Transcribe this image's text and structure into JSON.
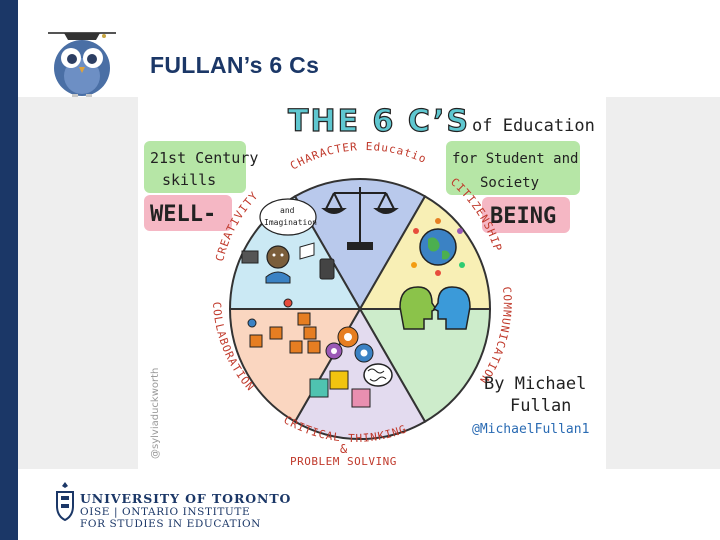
{
  "slide": {
    "title": "FULLAN’s 6 Cs"
  },
  "poster": {
    "heading_main": "THE 6 C’S",
    "heading_tail": "of Education",
    "left_note_1": "21st Century",
    "left_note_2": "skills",
    "well_label": "WELL-",
    "right_note_1": "for Student and",
    "right_note_2": "Society",
    "being_label": "BEING",
    "imagination_bubble_1": "and",
    "imagination_bubble_2": "Imagination",
    "author_line_1": "By Michael",
    "author_line_2": "Fullan",
    "author_handle": "@MichaelFullan1",
    "artist_credit": "@sylviaduckworth",
    "problem_solving": "PROBLEM SOLVING",
    "amp": "&",
    "segments": [
      {
        "label": "CHARACTER Education",
        "color": "#b9c9ec"
      },
      {
        "label": "CITIZENSHIP",
        "color": "#f8efb5"
      },
      {
        "label": "COMMUNICATION",
        "color": "#cdeccb"
      },
      {
        "label": "CRITICAL THINKING",
        "color": "#e3dbef"
      },
      {
        "label": "COLLABORATION",
        "color": "#fad6c0"
      },
      {
        "label": "CREATIVITY",
        "color": "#cbe9f4"
      }
    ],
    "colors": {
      "title_teal": "#5fc7d0",
      "green_note": "#b6e6a6",
      "pink_note": "#f5b7c4",
      "ink": "#222222",
      "handle_blue": "#2a6bb3"
    }
  },
  "footer": {
    "line1": "UNIVERSITY OF TORONTO",
    "line2": "OISE | ONTARIO INSTITUTE",
    "line3": "FOR STUDIES IN EDUCATION"
  }
}
